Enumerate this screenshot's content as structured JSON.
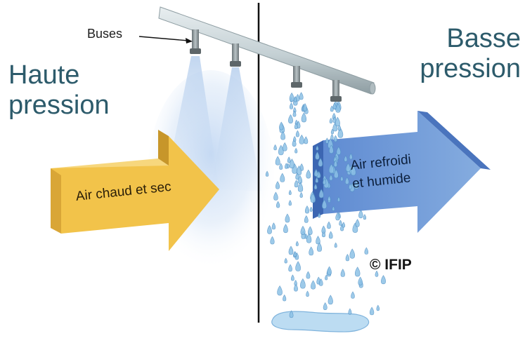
{
  "labels": {
    "high_pressure": [
      "Haute",
      "pression"
    ],
    "low_pressure": [
      "Basse",
      "pression"
    ],
    "nozzles": "Buses",
    "air_in": "Air chaud et sec",
    "air_out": [
      "Air refroidi",
      "et humide"
    ],
    "copyright": "© IFIP"
  },
  "colors": {
    "label_text": "#2d5b6b",
    "arrow_in_front": "#f2c34a",
    "arrow_in_side": "#c7962a",
    "arrow_out_front": "#6f9ad8",
    "arrow_out_side": "#3c66b2",
    "pipe": "#c4d0d4",
    "mist": "#a9c6ea",
    "droplet": "#8cc1e6",
    "divider": "#111111"
  },
  "icons": {
    "nozzle": "nozzle-icon",
    "droplet": "water-droplet-icon"
  }
}
